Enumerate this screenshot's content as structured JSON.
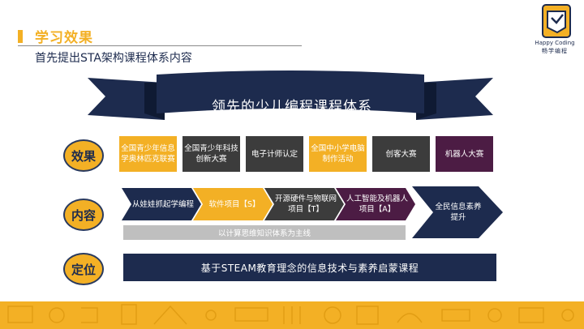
{
  "header": {
    "title": "学习效果",
    "subtitle": "首先提出STA架构课程体系内容"
  },
  "logo": {
    "name": "Happy Coding",
    "sub": "畅学编程"
  },
  "banner": {
    "text": "领先的少儿编程课程体系"
  },
  "rows": {
    "effect_label": "效果",
    "content_label": "内容",
    "position_label": "定位"
  },
  "effect_boxes": [
    {
      "text": "全国青少年信息学奥林匹克联赛"
    },
    {
      "text": "全国青少年科技创新大赛"
    },
    {
      "text": "电子计师认定"
    },
    {
      "text": "全国中小学电脑制作活动"
    },
    {
      "text": "创客大赛"
    },
    {
      "text": "机器人大赛"
    }
  ],
  "content_chevrons": [
    {
      "text": "从娃娃抓起学编程"
    },
    {
      "text": "软件项目【S】"
    },
    {
      "text": "开源硬件与物联网项目【T】"
    },
    {
      "text": "人工智能及机器人项目【A】"
    },
    {
      "text": "全民信息素养提升"
    }
  ],
  "content_bar": "以计算思维知识体系为主线",
  "position_bar": "基于STEAM教育理念的信息技术与素养启蒙课程",
  "colors": {
    "accent": "#f3b025",
    "navy": "#1d2b4e",
    "dark_gray": "#3c3c3c",
    "purple": "#4c1c44",
    "light_gray": "#bfbfbf"
  }
}
